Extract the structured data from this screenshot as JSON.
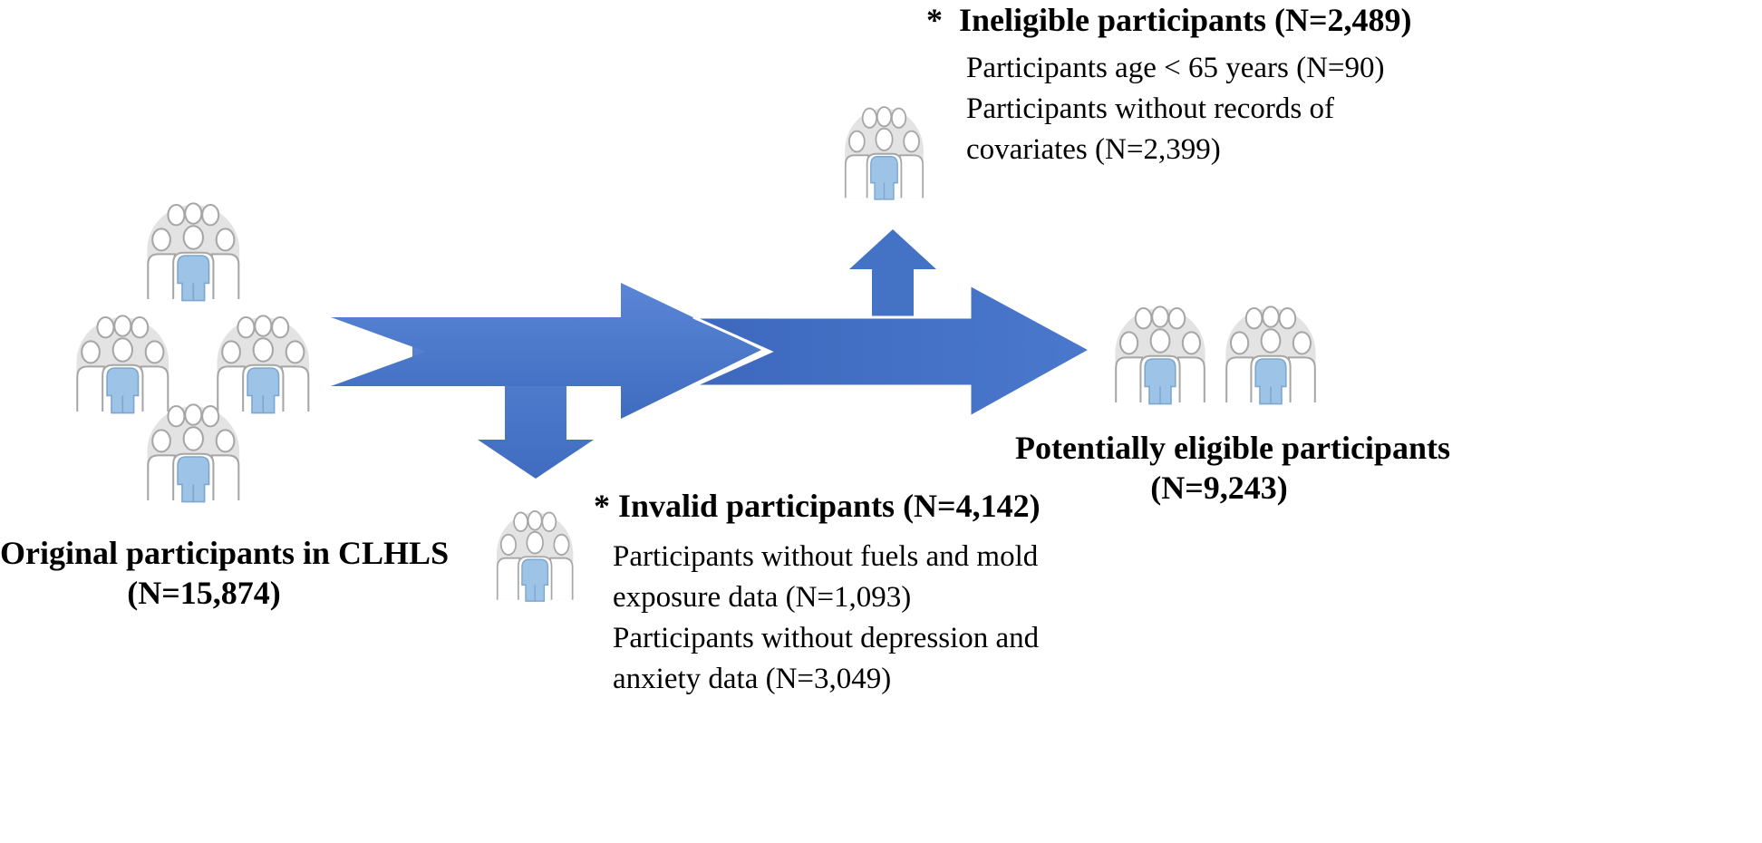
{
  "original": {
    "title": "Original participants in CLHLS",
    "count": "(N=15,874)"
  },
  "invalid": {
    "title": "* Invalid participants (N=4,142)",
    "lines": [
      "Participants without fuels and mold",
      "exposure data (N=1,093)",
      "Participants without depression and",
      "anxiety data (N=3,049)"
    ]
  },
  "ineligible": {
    "title": "*  Ineligible participants (N=2,489)",
    "lines": [
      "Participants age < 65 years (N=90)",
      "Participants without records of",
      "covariates (N=2,399)"
    ]
  },
  "eligible": {
    "title": "Potentially eligible participants",
    "count": "(N=9,243)"
  },
  "colors": {
    "arrow": "#4472c4",
    "arrow_light": "#5b86d6",
    "person_outline": "#a6a6a6",
    "person_fill": "#ffffff",
    "person_highlight": "#9dc3e6",
    "group_bg": "#e3e3e3"
  },
  "icons": {
    "group": "people-group-icon"
  }
}
